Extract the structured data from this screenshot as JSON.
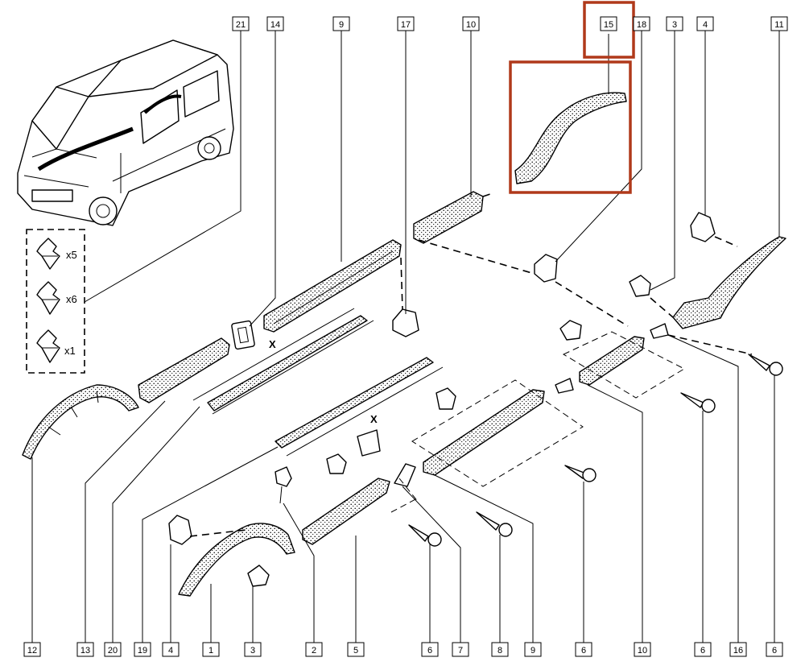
{
  "callouts": {
    "top": [
      {
        "id": "c21",
        "text": "21"
      },
      {
        "id": "c14",
        "text": "14"
      },
      {
        "id": "c9t",
        "text": "9"
      },
      {
        "id": "c17",
        "text": "17"
      },
      {
        "id": "c10t",
        "text": "10"
      },
      {
        "id": "c15",
        "text": "15"
      },
      {
        "id": "c18",
        "text": "18"
      },
      {
        "id": "c3t",
        "text": "3"
      },
      {
        "id": "c4t",
        "text": "4"
      },
      {
        "id": "c11",
        "text": "11"
      }
    ],
    "bottom": [
      {
        "id": "b12",
        "text": "12"
      },
      {
        "id": "b13",
        "text": "13"
      },
      {
        "id": "b20",
        "text": "20"
      },
      {
        "id": "b19",
        "text": "19"
      },
      {
        "id": "b4",
        "text": "4"
      },
      {
        "id": "b1",
        "text": "1"
      },
      {
        "id": "b3",
        "text": "3"
      },
      {
        "id": "b2",
        "text": "2"
      },
      {
        "id": "b5",
        "text": "5"
      },
      {
        "id": "b6a",
        "text": "6"
      },
      {
        "id": "b7",
        "text": "7"
      },
      {
        "id": "b8",
        "text": "8"
      },
      {
        "id": "b9",
        "text": "9"
      },
      {
        "id": "b6b",
        "text": "6"
      },
      {
        "id": "b10",
        "text": "10"
      },
      {
        "id": "b6c",
        "text": "6"
      },
      {
        "id": "b16",
        "text": "16"
      },
      {
        "id": "b6d",
        "text": "6"
      }
    ]
  },
  "clip_kit": {
    "x5": "x5",
    "x6": "x6",
    "x1": "x1"
  },
  "dimension_marks": {
    "upper": "X",
    "lower": "X"
  },
  "highlight": {
    "part": "15",
    "color": "#b0391a"
  }
}
